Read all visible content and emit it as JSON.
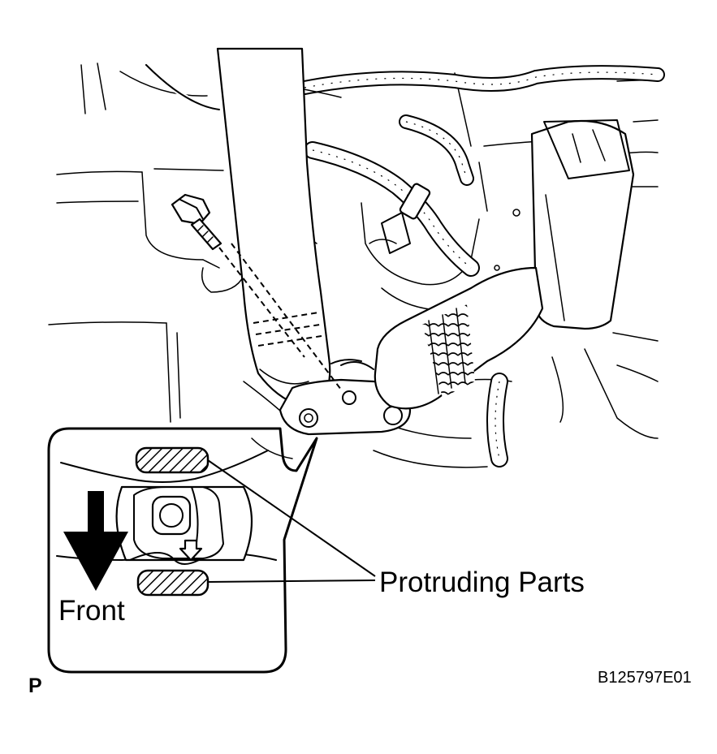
{
  "diagram": {
    "callout_label": "Protruding Parts",
    "direction_label": "Front",
    "view_marker": "P",
    "figure_code": "B125797E01"
  },
  "icons": {
    "direction_arrow": "arrow-down-icon",
    "bolt": "bolt-icon",
    "buckle": "seat-belt-buckle-icon"
  },
  "colors": {
    "ink": "#000000",
    "paper": "#ffffff"
  }
}
